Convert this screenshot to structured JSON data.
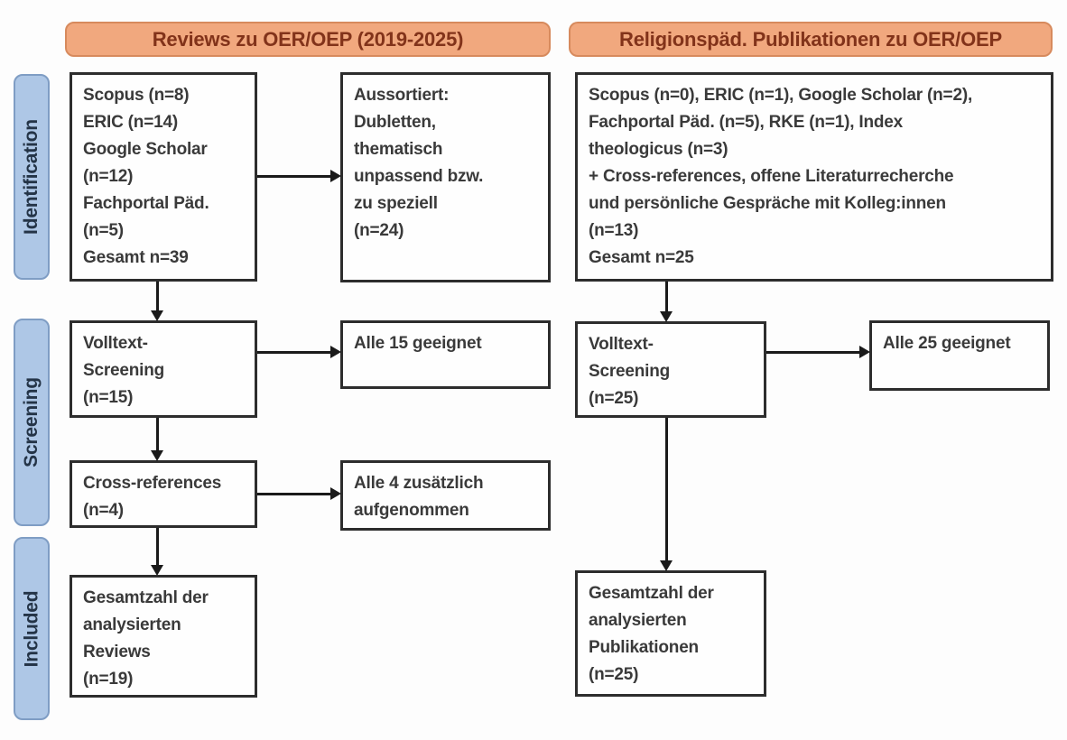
{
  "colors": {
    "background": "#fdfdfd",
    "header_fill": "#f1a87e",
    "header_border": "#d78a5d",
    "header_text": "#82331a",
    "stage_fill": "#aec7e6",
    "stage_border": "#7f9dc4",
    "stage_text": "#243447",
    "box_border": "#2d2d2d",
    "box_text": "#3a3a3a",
    "arrow": "#1a1a1a"
  },
  "headers": {
    "left": "Reviews zu OER/OEP (2019-2025)",
    "right": "Religionspäd. Publikationen zu OER/OEP"
  },
  "stages": {
    "identification": "Identification",
    "screening": "Screening",
    "included": "Included"
  },
  "boxes": {
    "reviews_sources": "Scopus (n=8)\nERIC (n=14)\nGoogle Scholar\n(n=12)\nFachportal Päd.\n(n=5)\nGesamt n=39",
    "reviews_excluded": "Aussortiert:\nDubletten,\nthematisch\nunpassend bzw.\nzu speziell\n(n=24)",
    "reviews_fulltext": "Volltext-\nScreening\n(n=15)",
    "reviews_eligible": "Alle 15 geeignet",
    "reviews_crossref": "Cross-references\n(n=4)",
    "reviews_crossref_added": "Alle 4 zusätzlich\naufgenommen",
    "reviews_included": "Gesamtzahl der\nanalysierten\nReviews\n(n=19)",
    "publications_sources": "Scopus (n=0), ERIC (n=1), Google Scholar (n=2),\nFachportal Päd. (n=5), RKE (n=1), Index\ntheologicus (n=3)\n+ Cross-references, offene Literaturrecherche\nund persönliche Gespräche mit Kolleg:innen\n(n=13)\nGesamt n=25",
    "publications_fulltext": "Volltext-\nScreening\n(n=25)",
    "publications_eligible": "Alle 25 geeignet",
    "publications_included": "Gesamtzahl der\nanalysierten\nPublikationen\n(n=25)"
  }
}
